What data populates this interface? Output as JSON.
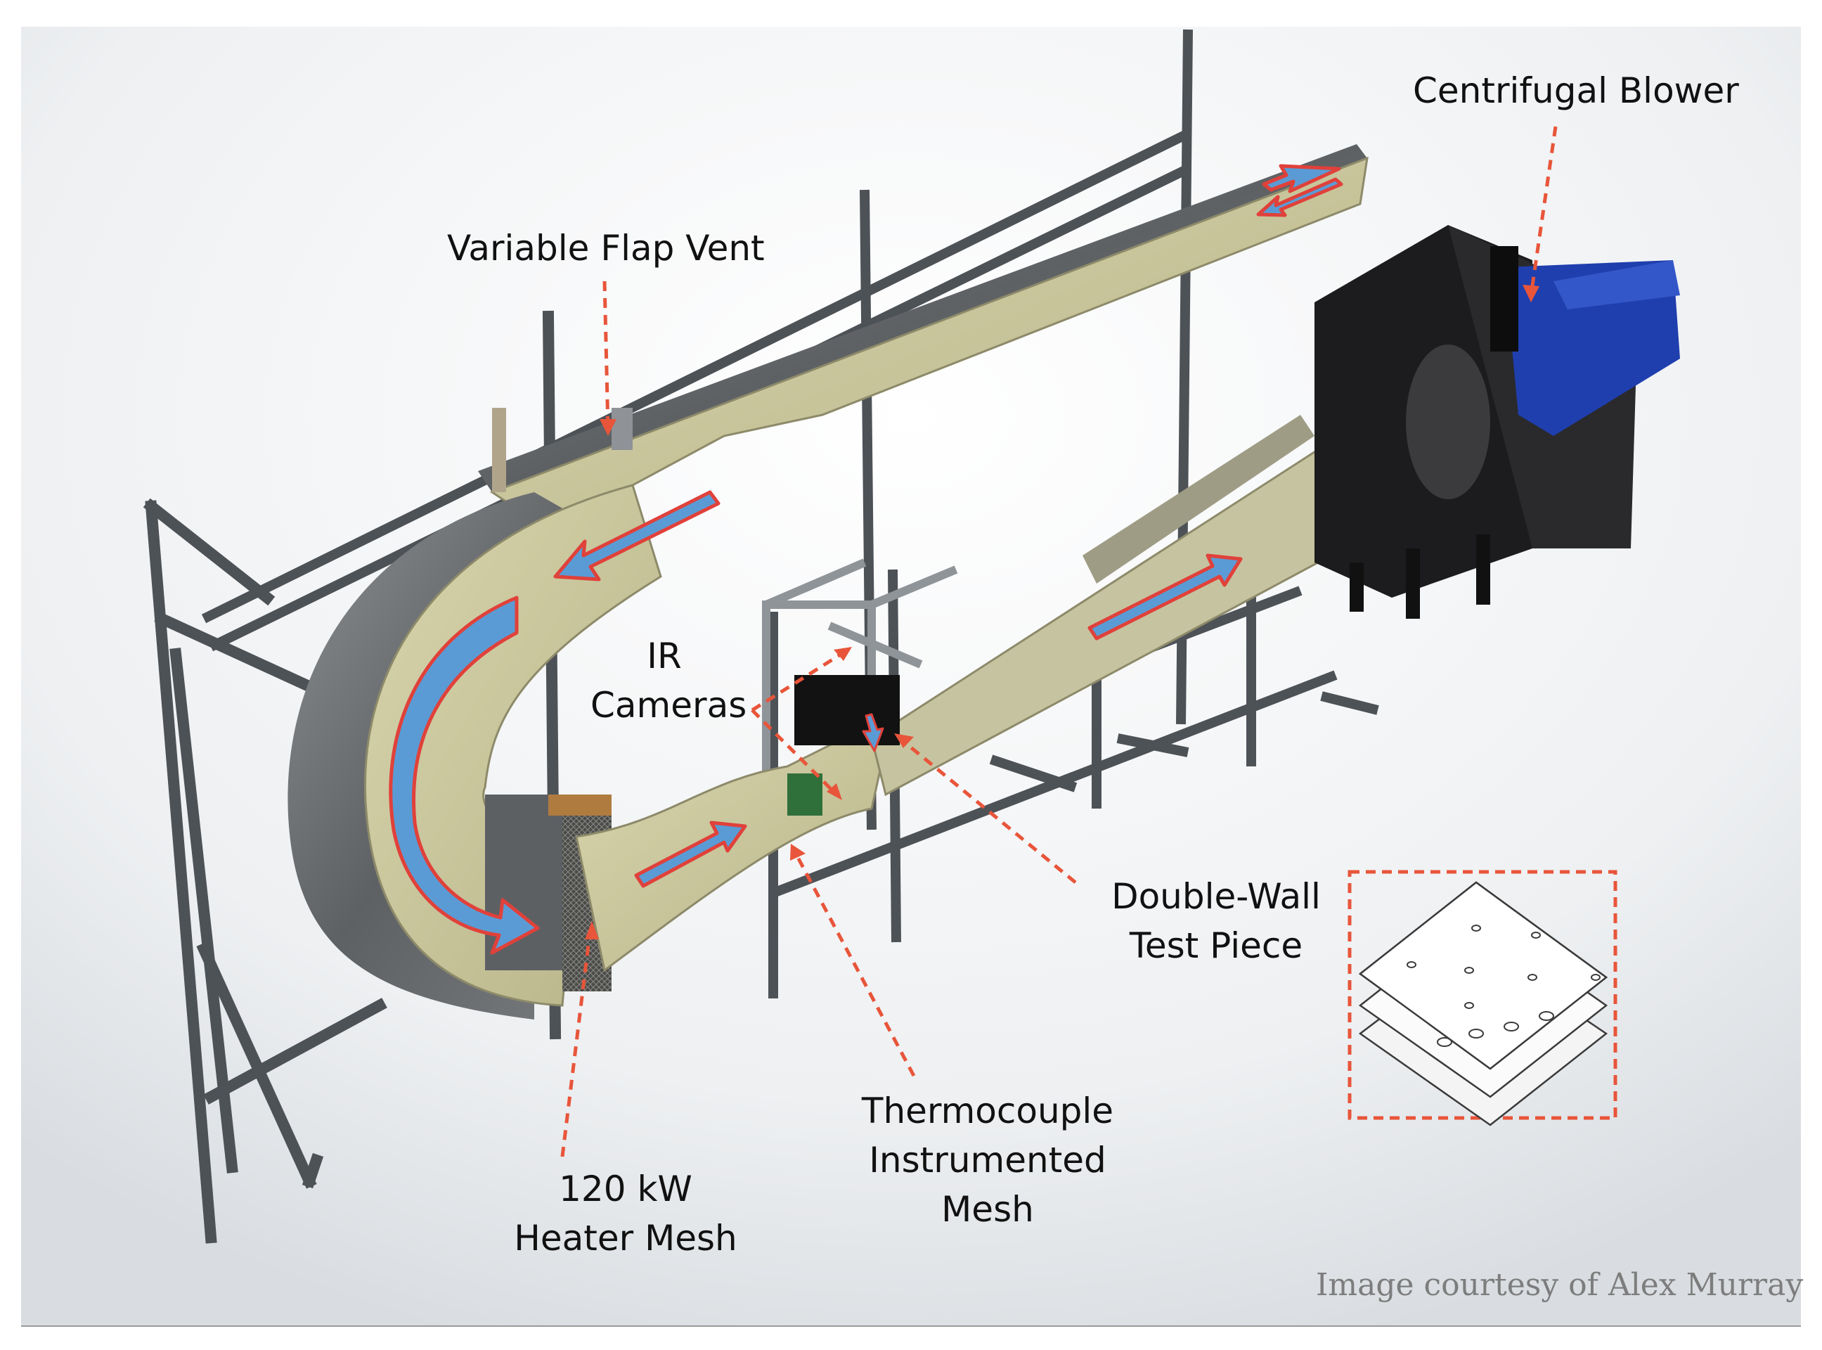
{
  "labels": {
    "blower": "Centrifugal Blower",
    "flap_vent": "Variable Flap Vent",
    "ir_cameras": [
      "IR",
      "Cameras"
    ],
    "double_wall": [
      "Double-Wall",
      "Test Piece"
    ],
    "thermocouple": [
      "Thermocouple",
      "Instrumented",
      "Mesh"
    ],
    "heater": [
      "120 kW",
      "Heater Mesh"
    ]
  },
  "credit": "Image courtesy of Alex Murray",
  "colors": {
    "duct_fill": "#c9c69a",
    "duct_metal": "#6f7173",
    "frame": "#5c6166",
    "blower_body": "#1c1c1e",
    "blower_motor": "#1f3fae",
    "flow_arrow": "#5b9bd5",
    "flow_outline": "#e0413a",
    "leader": "#e8553a"
  }
}
